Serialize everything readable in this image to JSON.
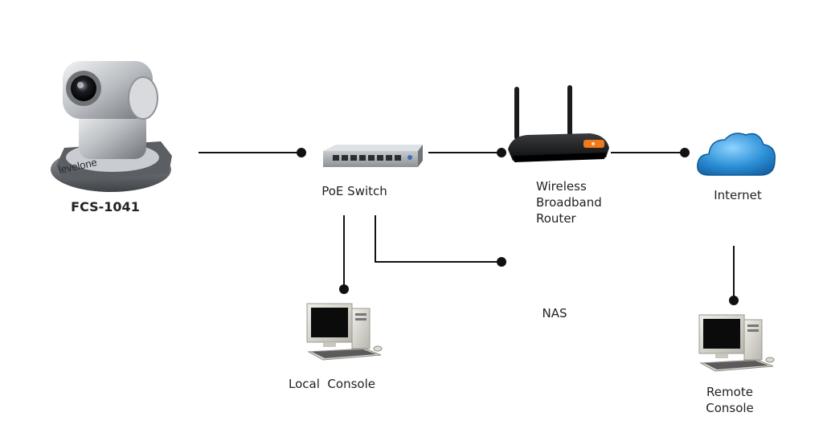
{
  "diagram": {
    "camera": {
      "label": "FCS-1041",
      "brand": "levelone"
    },
    "switch": {
      "label": "PoE Switch"
    },
    "router": {
      "label_line1": "Wireless",
      "label_line2": "Broadband",
      "label_line3": "Router"
    },
    "internet": {
      "label": "Internet"
    },
    "nas": {
      "label": "NAS"
    },
    "local_console": {
      "label": "Local  Console"
    },
    "remote_console": {
      "label_line1": "Remote",
      "label_line2": "Console"
    }
  },
  "colors": {
    "line": "#111111",
    "cloud_blue": "#2b8fd6",
    "router_orange": "#f07a1a",
    "switch_gray": "#8c9296"
  },
  "icons": [
    "ip-camera-icon",
    "poe-switch-icon",
    "wireless-router-icon",
    "cloud-icon",
    "desktop-computer-icon"
  ]
}
